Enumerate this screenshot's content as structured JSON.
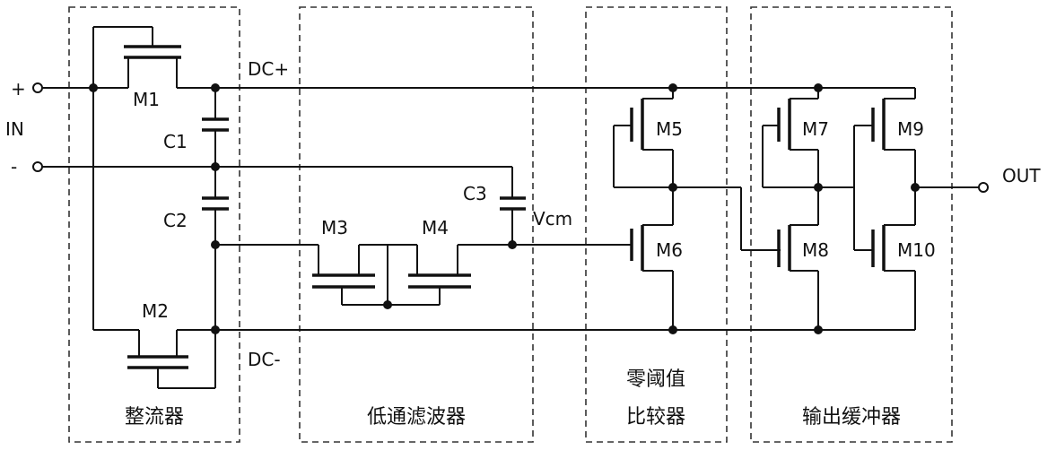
{
  "terminals": {
    "in_plus": "+",
    "in_minus": "-",
    "in_label": "IN",
    "out_label": "OUT"
  },
  "nets": {
    "dc_plus": "DC+",
    "dc_minus": "DC-",
    "vcm": "Vcm"
  },
  "components": {
    "m1": "M1",
    "m2": "M2",
    "m3": "M3",
    "m4": "M4",
    "m5": "M5",
    "m6": "M6",
    "m7": "M7",
    "m8": "M8",
    "m9": "M9",
    "m10": "M10",
    "c1": "C1",
    "c2": "C2",
    "c3": "C3"
  },
  "blocks": {
    "rectifier": "整流器",
    "lowpass": "低通滤波器",
    "comparator_line1": "零阈值",
    "comparator_line2": "比较器",
    "buffer": "输出缓冲器"
  }
}
